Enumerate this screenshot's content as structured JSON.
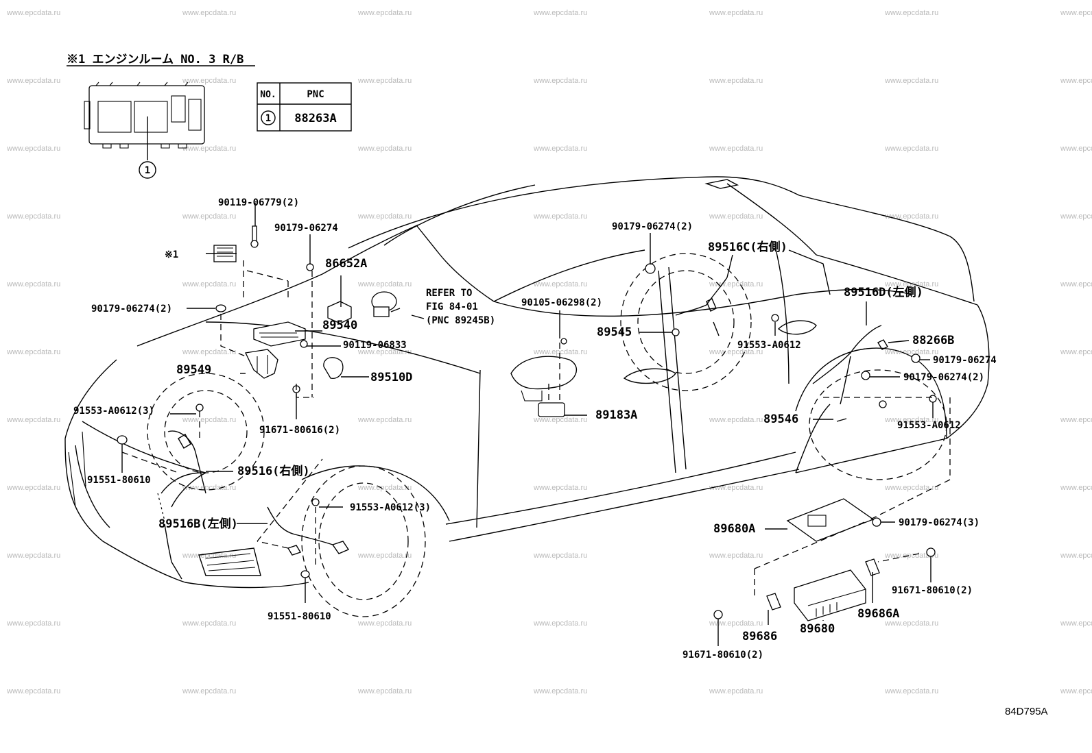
{
  "watermark": "www.epcdata.ru",
  "figure_code": "84D795A",
  "inset": {
    "title": "※1 エンジンルーム NO. 3 R/B",
    "marker": "1",
    "table": {
      "headers": [
        "NO.",
        "PNC"
      ],
      "rows": [
        {
          "no": "1",
          "pnc": "88263A"
        }
      ]
    }
  },
  "labels": {
    "l01": "90119-06779(2)",
    "l02": "90179-06274",
    "l03": "※1",
    "l04": "86652A",
    "l05": "90179-06274(2)",
    "l06": "89540",
    "l07": "90119-06833",
    "l08": "89549",
    "l09": "89510D",
    "l10": "91553-A0612(3)",
    "l11": "91671-80616(2)",
    "l12": "91551-80610",
    "l13": "89516(右側)",
    "l14": "89516B(左側)",
    "l15": "91553-A0612(3)",
    "l16": "91551-80610",
    "l17": "REFER TO",
    "l18": "FIG 84-01",
    "l19": "(PNC 89245B)",
    "l20": "90105-06298(2)",
    "l21": "89183A",
    "l22": "90179-06274(2)",
    "l23": "89516C(右側)",
    "l24": "89545",
    "l25": "91553-A0612",
    "l26": "89516D(左側)",
    "l27": "88266B",
    "l28": "90179-06274",
    "l29": "90179-06274(2)",
    "l30": "89546",
    "l31": "91553-A0612",
    "l32": "89680A",
    "l33": "90179-06274(3)",
    "l34": "91671-80610(2)",
    "l35": "89686A",
    "l36": "89680",
    "l37": "89686",
    "l38": "91671-80610(2)"
  }
}
